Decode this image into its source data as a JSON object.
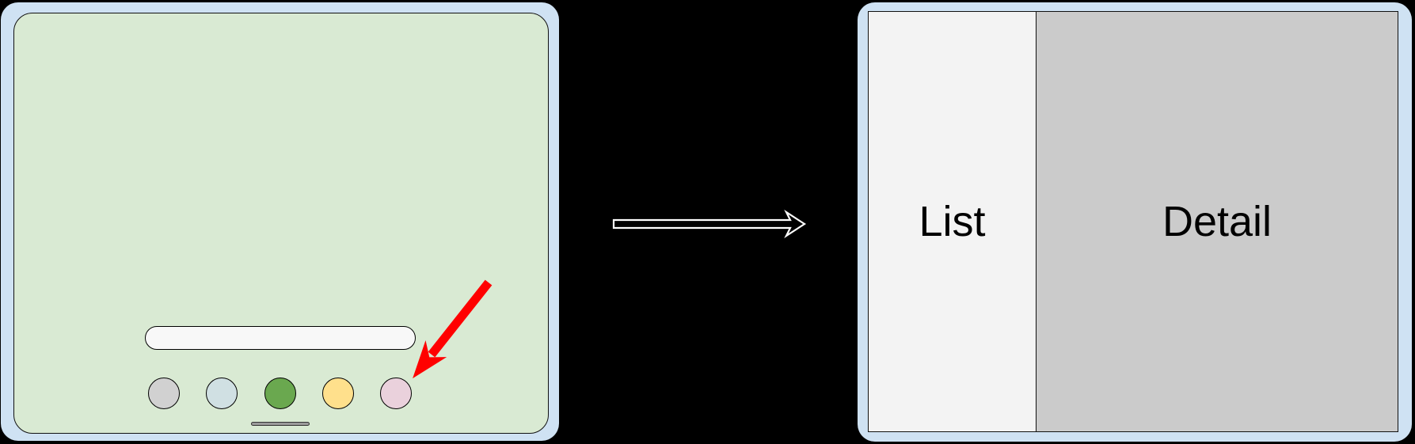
{
  "scene": {
    "background": "#000000"
  },
  "device_home": {
    "frame_color": "#cfe2f3",
    "screen_color": "#d9ead3",
    "search_pill": {
      "fill": "#f8f8f8"
    },
    "dock_icons": [
      {
        "name": "gray-app",
        "color": "#d1d1d1"
      },
      {
        "name": "blue-app",
        "color": "#d0e0e3"
      },
      {
        "name": "green-app",
        "color": "#6aa84f"
      },
      {
        "name": "yellow-app",
        "color": "#ffe08c"
      },
      {
        "name": "pink-app",
        "color": "#ead1dc"
      }
    ],
    "home_indicator": {
      "fill": "#9b9b9b"
    },
    "tap_arrow": {
      "color": "#ff0000"
    }
  },
  "transition_arrow": {
    "fill": "#000000",
    "outline": "#ffffff"
  },
  "split_view": {
    "frame_color": "#cfe2f3",
    "panes": [
      {
        "label": "List",
        "background": "#f3f3f3"
      },
      {
        "label": "Detail",
        "background": "#cbcbcb"
      }
    ]
  }
}
